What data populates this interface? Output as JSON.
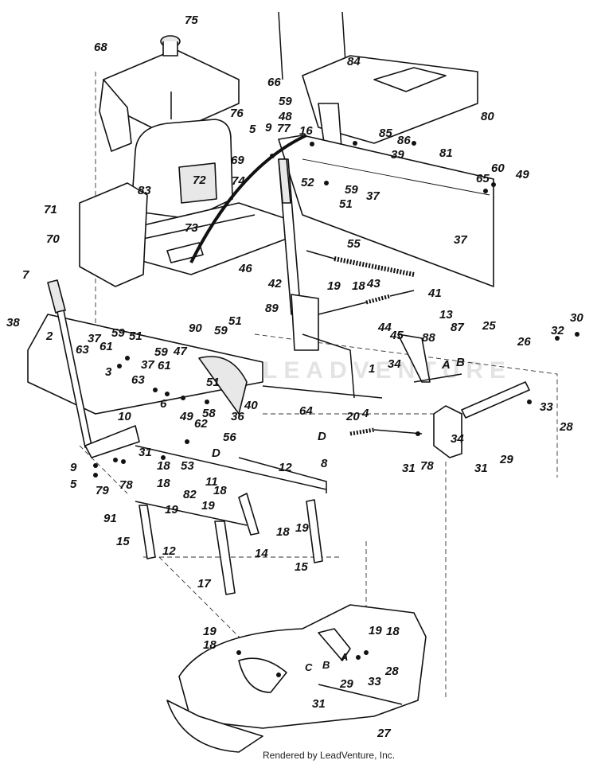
{
  "footer_text": "Rendered by LeadVenture, Inc.",
  "watermark_text": "LEADVENTURE",
  "callouts": [
    "75",
    "68",
    "84",
    "66",
    "59",
    "48",
    "80",
    "5",
    "9",
    "76",
    "77",
    "16",
    "85",
    "86",
    "39",
    "81",
    "65",
    "60",
    "49",
    "69",
    "72",
    "74",
    "83",
    "52",
    "59",
    "51",
    "37",
    "71",
    "70",
    "73",
    "46",
    "55",
    "37",
    "42",
    "19",
    "18",
    "43",
    "41",
    "7",
    "89",
    "13",
    "87",
    "38",
    "2",
    "90",
    "59",
    "51",
    "44",
    "45",
    "88",
    "25",
    "30",
    "26",
    "32",
    "63",
    "37",
    "61",
    "59",
    "51",
    "47",
    "1",
    "34",
    "A",
    "B",
    "3",
    "59",
    "61",
    "37",
    "63",
    "6",
    "51",
    "49",
    "58",
    "40",
    "36",
    "62",
    "64",
    "4",
    "20",
    "10",
    "56",
    "D",
    "33",
    "28",
    "31",
    "53",
    "D",
    "8",
    "9",
    "5",
    "79",
    "78",
    "18",
    "82",
    "11",
    "12",
    "34",
    "29",
    "91",
    "19",
    "18",
    "31",
    "78",
    "31",
    "12",
    "15",
    "18",
    "19",
    "14",
    "18",
    "19",
    "15",
    "17",
    "19",
    "18",
    "19",
    "18",
    "C",
    "B",
    "A",
    "28",
    "33",
    "29",
    "31",
    "27"
  ]
}
